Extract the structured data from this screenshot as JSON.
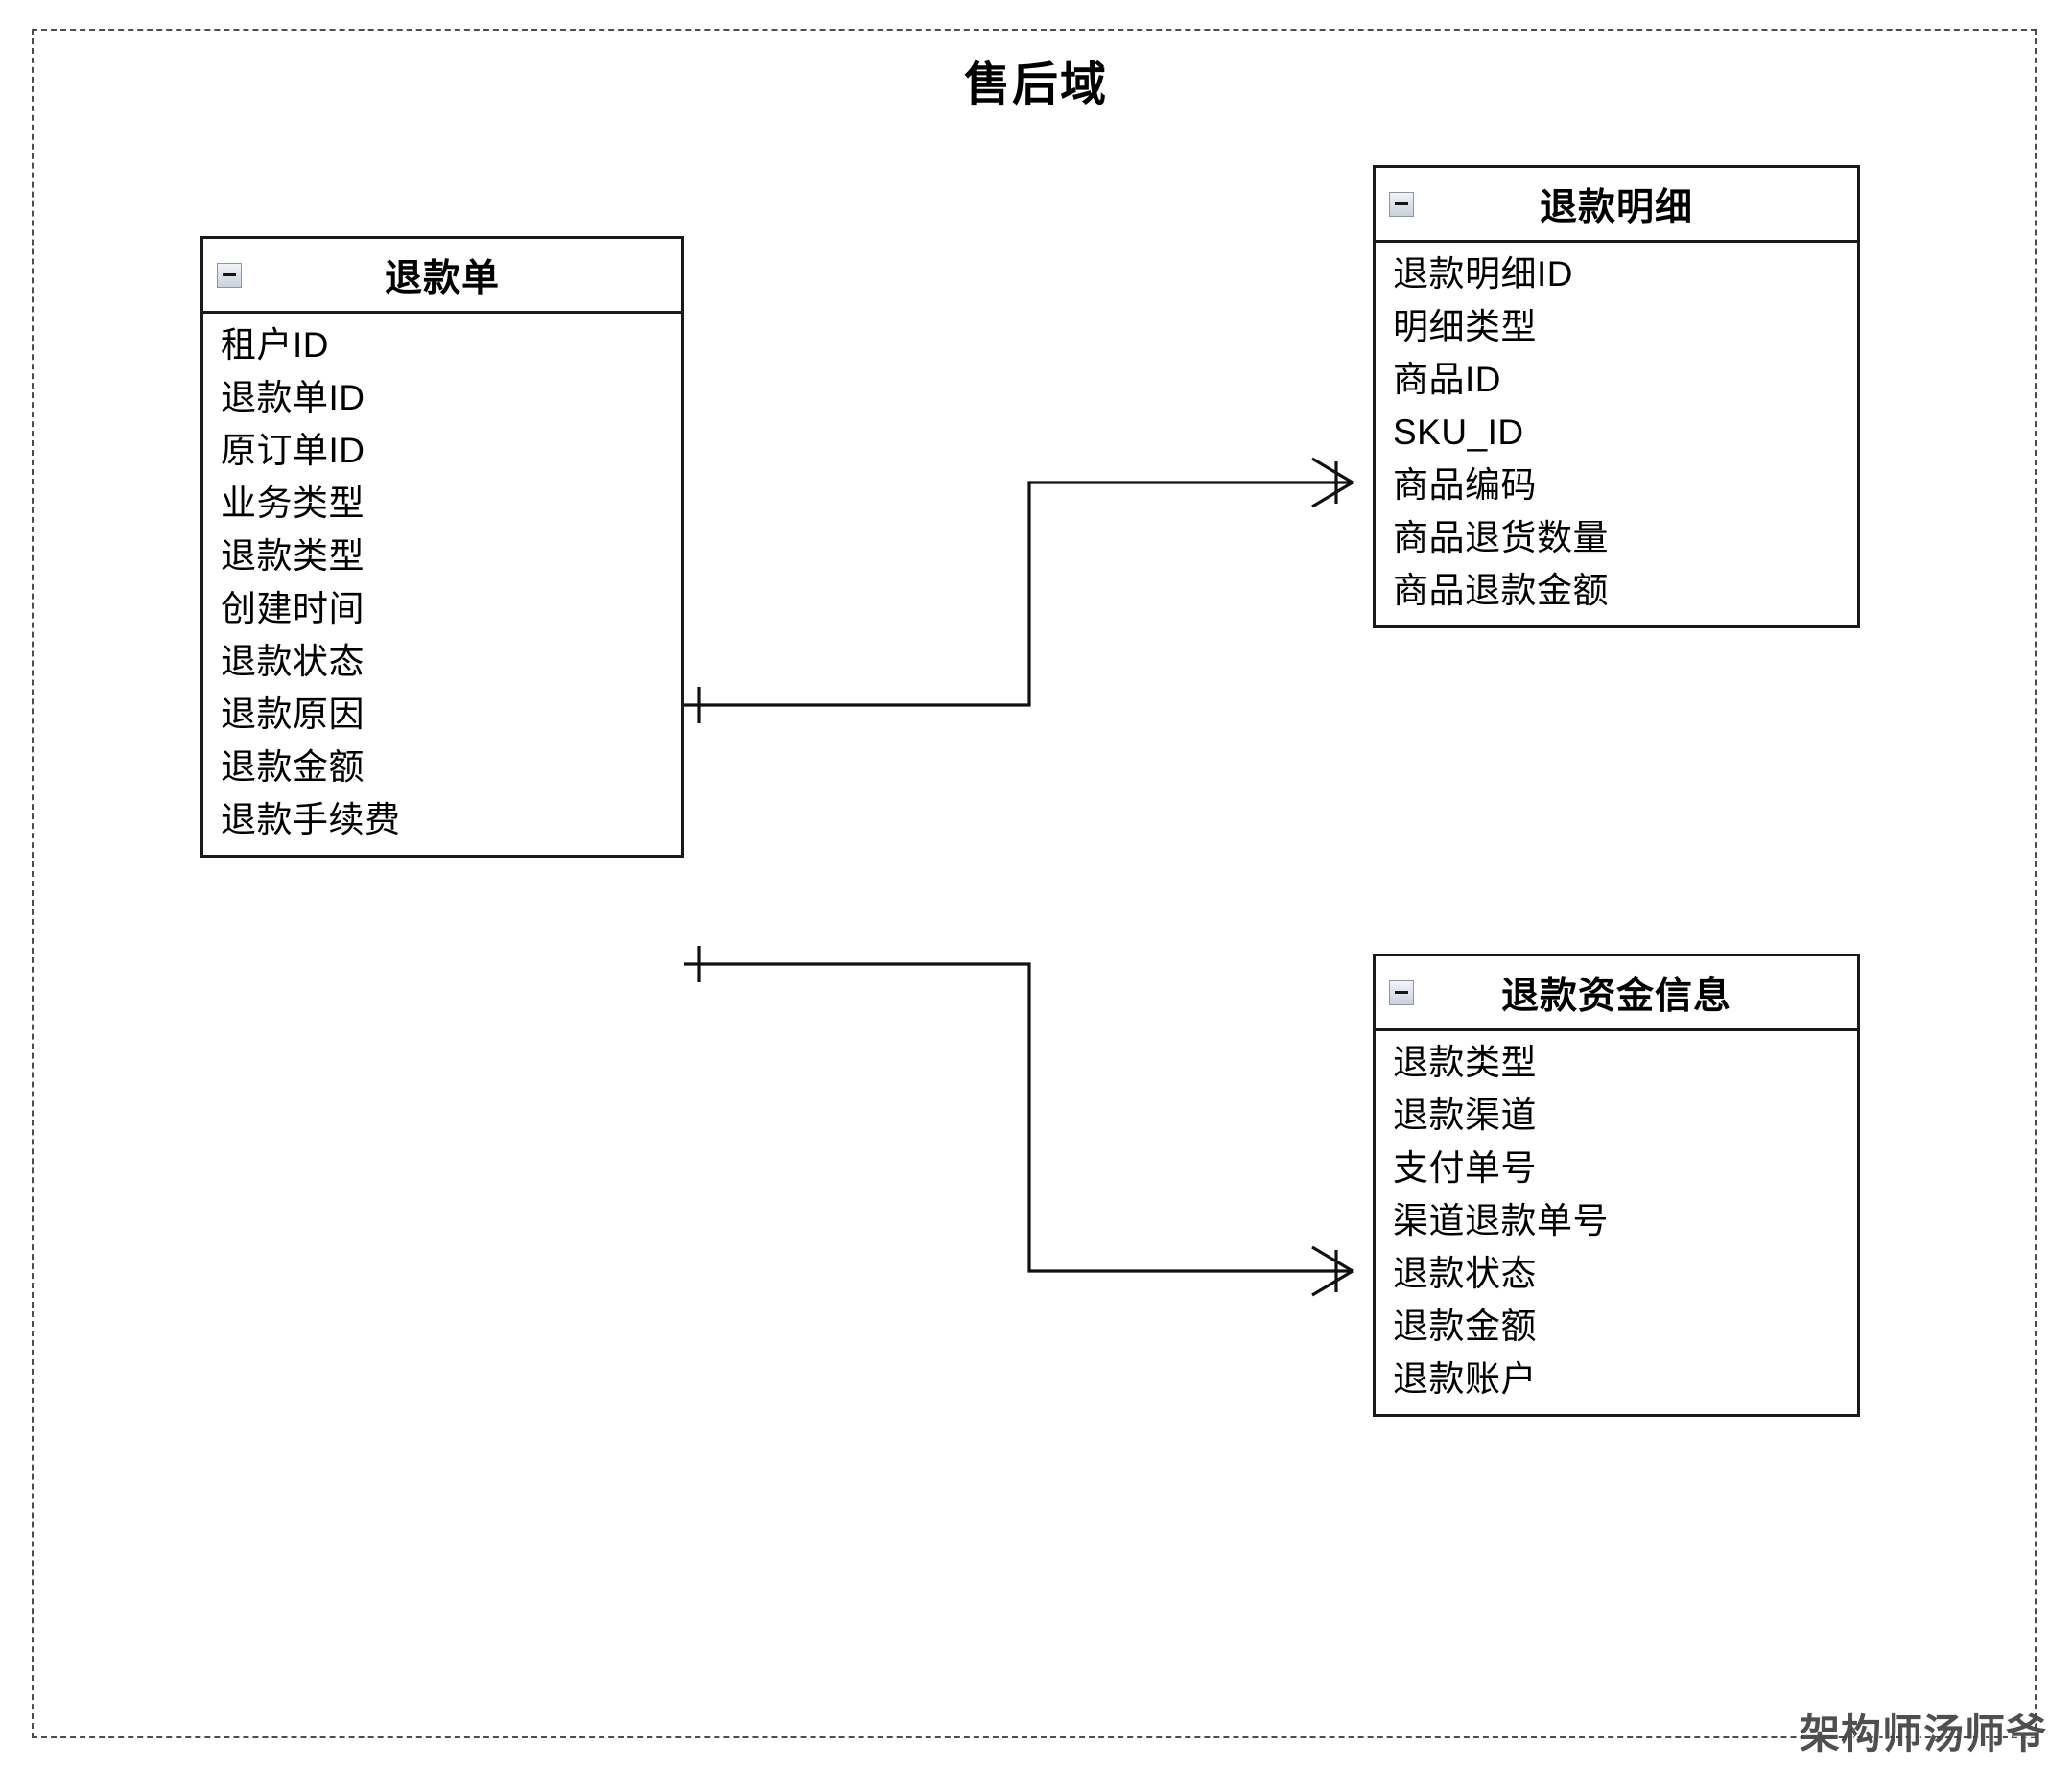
{
  "diagram": {
    "title": "售后域",
    "watermark": "架构师汤师爷",
    "collapse_icon_name": "minus-collapse-icon"
  },
  "entities": [
    {
      "id": "refund-order",
      "title": "退款单",
      "attributes": [
        "租户ID",
        "退款单ID",
        "原订单ID",
        "业务类型",
        "退款类型",
        "创建时间",
        "退款状态",
        "退款原因",
        "退款金额",
        "退款手续费"
      ]
    },
    {
      "id": "refund-detail",
      "title": "退款明细",
      "attributes": [
        "退款明细ID",
        "明细类型",
        "商品ID",
        "SKU_ID",
        "商品编码",
        "商品退货数量",
        "商品退款金额"
      ]
    },
    {
      "id": "refund-fund-info",
      "title": "退款资金信息",
      "attributes": [
        "退款类型",
        "退款渠道",
        "支付单号",
        "渠道退款单号",
        "退款状态",
        "退款金额",
        "退款账户"
      ]
    }
  ],
  "relationships": [
    {
      "from": "退款单",
      "to": "退款明细",
      "from_cardinality": "one",
      "to_cardinality": "many"
    },
    {
      "from": "退款单",
      "to": "退款资金信息",
      "from_cardinality": "one",
      "to_cardinality": "many"
    }
  ]
}
